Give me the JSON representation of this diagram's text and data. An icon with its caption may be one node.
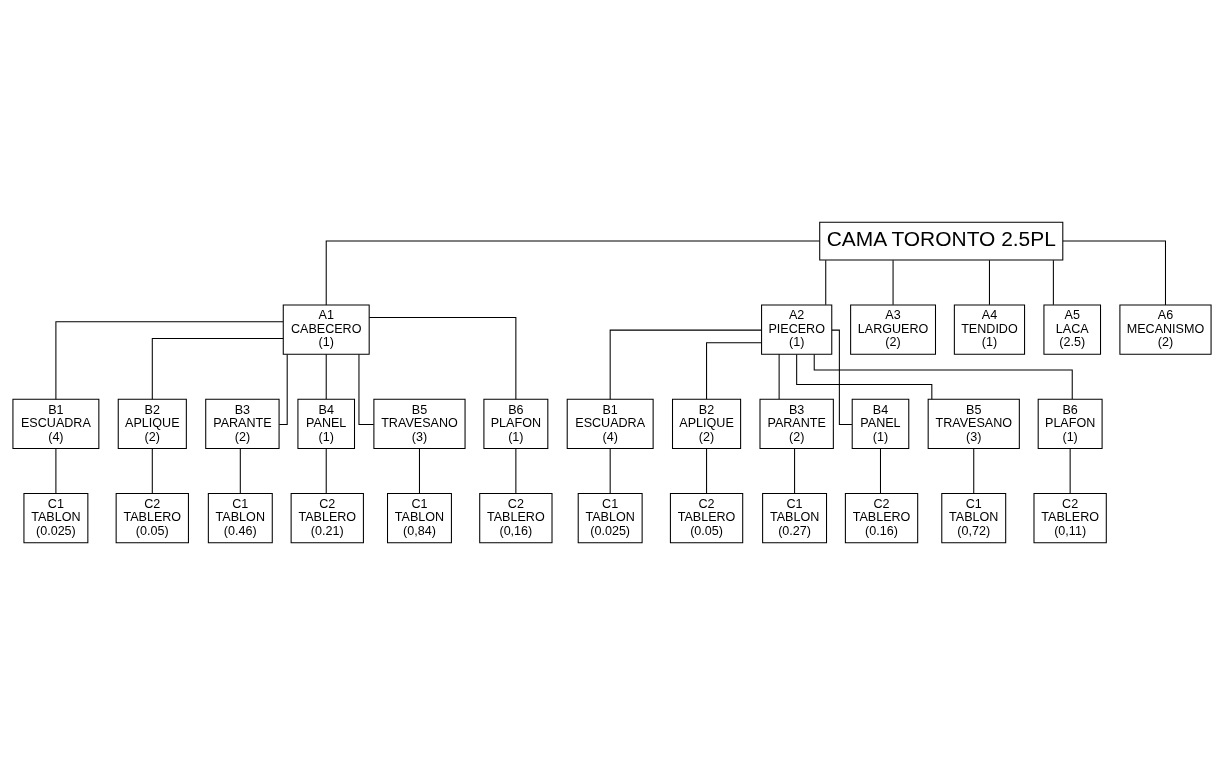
{
  "diagram": {
    "nodes": [
      {
        "text": [
          "CAMA TORONTO 2.5PL"
        ]
      },
      {
        "text": [
          "A1",
          "CABECERO",
          "(1)"
        ]
      },
      {
        "text": [
          "A2",
          "PIECERO",
          "(1)"
        ]
      },
      {
        "text": [
          "A3",
          "LARGUERO",
          "(2)"
        ]
      },
      {
        "text": [
          "A4",
          "TENDIDO",
          "(1)"
        ]
      },
      {
        "text": [
          "A5",
          "LACA",
          "(2.5)"
        ]
      },
      {
        "text": [
          "A6",
          "MECANISMO",
          "(2)"
        ]
      },
      {
        "text": [
          "B1",
          "ESCUADRA",
          "(4)"
        ]
      },
      {
        "text": [
          "B2",
          "APLIQUE",
          "(2)"
        ]
      },
      {
        "text": [
          "B3",
          "PARANTE",
          "(2)"
        ]
      },
      {
        "text": [
          "B4",
          "PANEL",
          "(1)"
        ]
      },
      {
        "text": [
          "B5",
          "TRAVESANO",
          "(3)"
        ]
      },
      {
        "text": [
          "B6",
          "PLAFON",
          "(1)"
        ]
      },
      {
        "text": [
          "B1",
          "ESCUADRA",
          "(4)"
        ]
      },
      {
        "text": [
          "B2",
          "APLIQUE",
          "(2)"
        ]
      },
      {
        "text": [
          "B3",
          "PARANTE",
          "(2)"
        ]
      },
      {
        "text": [
          "B4",
          "PANEL",
          "(1)"
        ]
      },
      {
        "text": [
          "B5",
          "TRAVESANO",
          "(3)"
        ]
      },
      {
        "text": [
          "B6",
          "PLAFON",
          "(1)"
        ]
      },
      {
        "text": [
          "C1",
          "TABLON",
          "(0.025)"
        ]
      },
      {
        "text": [
          "C2",
          "TABLERO",
          "(0.05)"
        ]
      },
      {
        "text": [
          "C1",
          "TABLON",
          "(0.46)"
        ]
      },
      {
        "text": [
          "C2",
          "TABLERO",
          "(0.21)"
        ]
      },
      {
        "text": [
          "C1",
          "TABLON",
          "(0,84)"
        ]
      },
      {
        "text": [
          "C2",
          "TABLERO",
          "(0,16)"
        ]
      },
      {
        "text": [
          "C1",
          "TABLON",
          "(0.025)"
        ]
      },
      {
        "text": [
          "C2",
          "TABLERO",
          "(0.05)"
        ]
      },
      {
        "text": [
          "C1",
          "TABLON",
          "(0.27)"
        ]
      },
      {
        "text": [
          "C2",
          "TABLERO",
          "(0.16)"
        ]
      },
      {
        "text": [
          "C1",
          "TABLON",
          "(0,72)"
        ]
      },
      {
        "text": [
          "C2",
          "TABLERO",
          "(0,11)"
        ]
      }
    ],
    "edges": [
      {
        "from": 0,
        "to": 1,
        "arrow": "none"
      },
      {
        "from": 0,
        "to": 2,
        "arrow": "none"
      },
      {
        "from": 0,
        "to": 3,
        "arrow": "none"
      },
      {
        "from": 0,
        "to": 4,
        "arrow": "none"
      },
      {
        "from": 0,
        "to": 5,
        "arrow": "none"
      },
      {
        "from": 0,
        "to": 6,
        "arrow": "none"
      },
      {
        "from": 1,
        "to": 7,
        "arrow": "none"
      },
      {
        "from": 1,
        "to": 8,
        "arrow": "none"
      },
      {
        "from": 1,
        "to": 9,
        "arrow": "none"
      },
      {
        "from": 1,
        "to": 10,
        "arrow": "none"
      },
      {
        "from": 1,
        "to": 11,
        "arrow": "none"
      },
      {
        "from": 1,
        "to": 12,
        "arrow": "none"
      },
      {
        "from": 2,
        "to": 13,
        "arrow": "none"
      },
      {
        "from": 2,
        "to": 14,
        "arrow": "none"
      },
      {
        "from": 2,
        "to": 15,
        "arrow": "none"
      },
      {
        "from": 2,
        "to": 16,
        "arrow": "none"
      },
      {
        "from": 2,
        "to": 17,
        "arrow": "none"
      },
      {
        "from": 2,
        "to": 18,
        "arrow": "none"
      },
      {
        "from": 7,
        "to": 19,
        "arrow": "none"
      },
      {
        "from": 8,
        "to": 20,
        "arrow": "none"
      },
      {
        "from": 9,
        "to": 21,
        "arrow": "none"
      },
      {
        "from": 10,
        "to": 22,
        "arrow": "none"
      },
      {
        "from": 11,
        "to": 23,
        "arrow": "none"
      },
      {
        "from": 12,
        "to": 24,
        "arrow": "none"
      },
      {
        "from": 13,
        "to": 25,
        "arrow": "none"
      },
      {
        "from": 14,
        "to": 26,
        "arrow": "none"
      },
      {
        "from": 15,
        "to": 27,
        "arrow": "none"
      },
      {
        "from": 16,
        "to": 28,
        "arrow": "none"
      },
      {
        "from": 17,
        "to": 29,
        "arrow": "none"
      },
      {
        "from": 18,
        "to": 30,
        "arrow": "none"
      }
    ]
  }
}
